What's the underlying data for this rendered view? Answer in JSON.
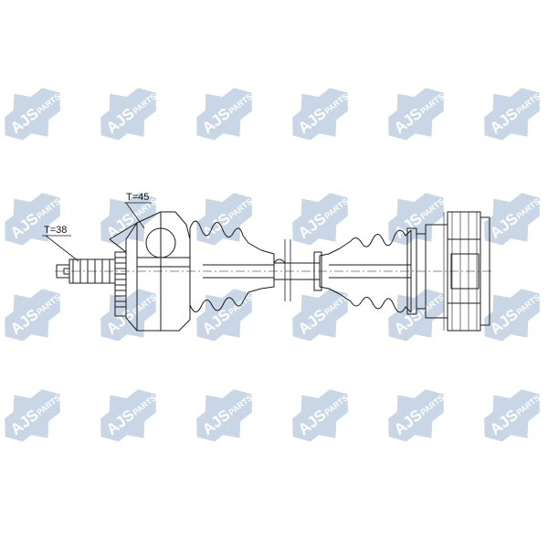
{
  "watermark": {
    "brand": "AJS",
    "suffix": "PARTS",
    "color": "#c9d6e6",
    "text_color": "#ffffff"
  },
  "labels": {
    "torque_inner": "T=38",
    "torque_outer": "T=45"
  },
  "colors": {
    "line": "#1a1a1a"
  }
}
